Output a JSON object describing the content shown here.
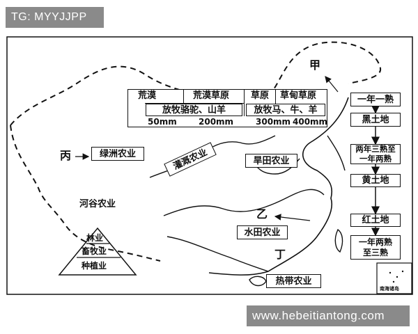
{
  "watermarks": {
    "top": "TG: MYYJJPP",
    "bottom": "www.hebeitiantong.com"
  },
  "legend": {
    "zones": [
      "荒漠",
      "荒漠草原",
      "草原",
      "草甸草原"
    ],
    "livestock": [
      "放牧骆驼、山羊",
      "放牧马、牛、羊"
    ],
    "rainfall": [
      "50mm",
      "200mm",
      "300mm",
      "400mm"
    ]
  },
  "markers": {
    "jia": "甲",
    "bing": "丙",
    "yi": "乙",
    "ding": "丁"
  },
  "regions": {
    "oasis": "绿洲农业",
    "irrigation": "灌溉农业",
    "dryland": "旱田农业",
    "valley": "河谷农业",
    "paddy": "水田农业",
    "tropical": "热带农业"
  },
  "pyramid": [
    "林业",
    "畜牧业",
    "种植业"
  ],
  "flow": {
    "steps": [
      "一年一熟",
      "黑土地",
      "两年三熟至一年两熟",
      "黄土地",
      "红土地",
      "一年两熟至三熟"
    ]
  },
  "inset": {
    "label": "南海诸岛"
  }
}
